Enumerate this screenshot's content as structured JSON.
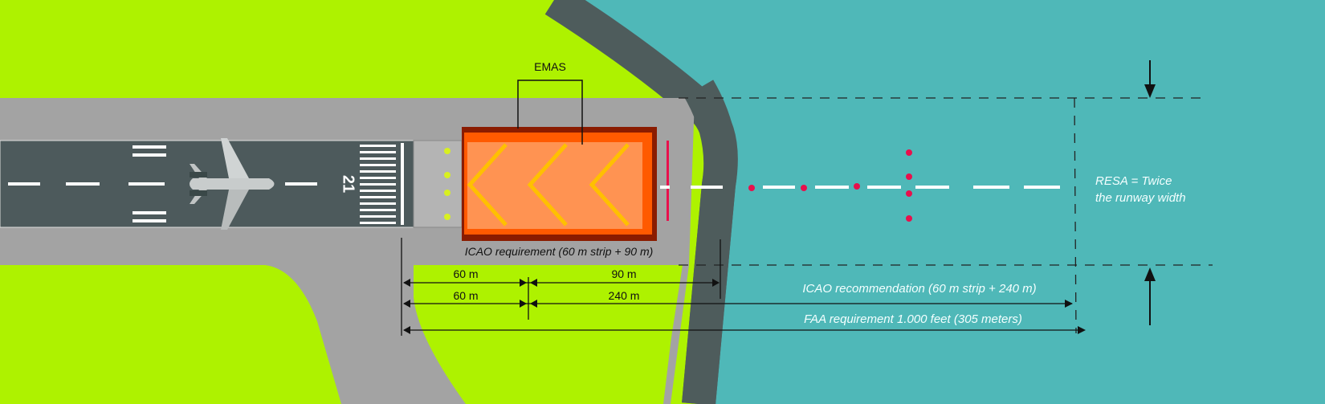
{
  "labels": {
    "emas": "EMAS",
    "runway_number": "21",
    "icao_requirement": "ICAO requirement (60 m strip + 90 m)",
    "dim_strip_1": "60 m",
    "dim_90": "90 m",
    "dim_strip_2": "60 m",
    "dim_240": "240 m",
    "icao_recommendation": "ICAO recommendation (60 m strip + 240 m)",
    "faa_requirement": "FAA requirement 1.000 feet  (305 meters)",
    "resa_line1": "RESA = Twice",
    "resa_line2": "the runway width"
  },
  "colors": {
    "grass": "#aef200",
    "water": "#4fb8b8",
    "shore": "#4e5c5c",
    "apron": "#a3a3a3",
    "runway": "#4d5a5c",
    "emas_outer": "#8a1c00",
    "emas_mid": "#ff5a00",
    "emas_inner": "#ff9352",
    "chevron": "#ffc000",
    "approach_light": "#e8104c",
    "edge_light": "#d8f020"
  }
}
